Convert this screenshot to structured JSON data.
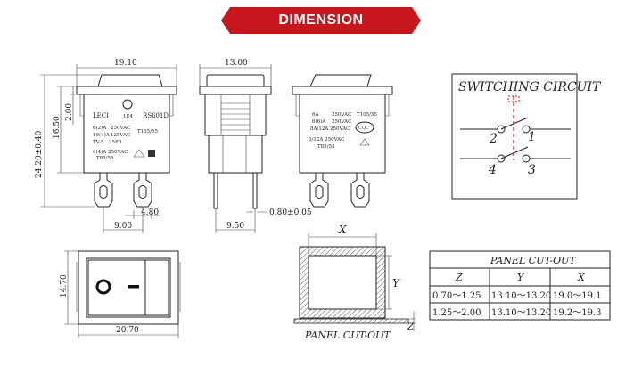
{
  "banner": {
    "title": "DIMENSION",
    "color": "#c8161d"
  },
  "front_view": {
    "width_dim": "19.10",
    "height_dim_total": "24.20±0.40",
    "height_dim_body": "16.50",
    "top_dim": "2.00",
    "terminal_dim": "9.00",
    "terminal_width_dim": "4.80",
    "brand": "LECI",
    "model": "RS601D",
    "code": "1E4",
    "ratings": [
      "6(2)A",
      "250VAC",
      "10(4)A",
      "125VAC",
      "T105/55",
      "TV-5",
      "25E3",
      "6(4)A 250VAC",
      "T85/55"
    ]
  },
  "side_view": {
    "width_dim": "13.00",
    "pin_dim": "9.50",
    "thickness_dim": "0.80±0.05"
  },
  "back_view": {
    "ratings": [
      "6A",
      "250VAC",
      "T105/55",
      "6(6)A",
      "250VAC",
      "8A/12A",
      "250VAC",
      "6/12A 250VAC",
      "T85/55"
    ]
  },
  "bottom_view": {
    "width_dim": "20.70",
    "height_dim": "14.70"
  },
  "panel_drawing": {
    "x_label": "X",
    "y_label": "Y",
    "z_label": "Z",
    "caption": "PANEL CUT-OUT"
  },
  "switching_circuit": {
    "title": "SWITCHING CIRCUIT",
    "terminals": [
      "2",
      "1",
      "4",
      "3"
    ]
  },
  "cutout_table": {
    "title": "PANEL CUT-OUT",
    "headers": [
      "Z",
      "Y",
      "X"
    ],
    "rows": [
      [
        "0.70～1.25",
        "13.10～13.20",
        "19.0～19.1"
      ],
      [
        "1.25～2.00",
        "13.10～13.20",
        "19.2～19.3"
      ]
    ]
  }
}
